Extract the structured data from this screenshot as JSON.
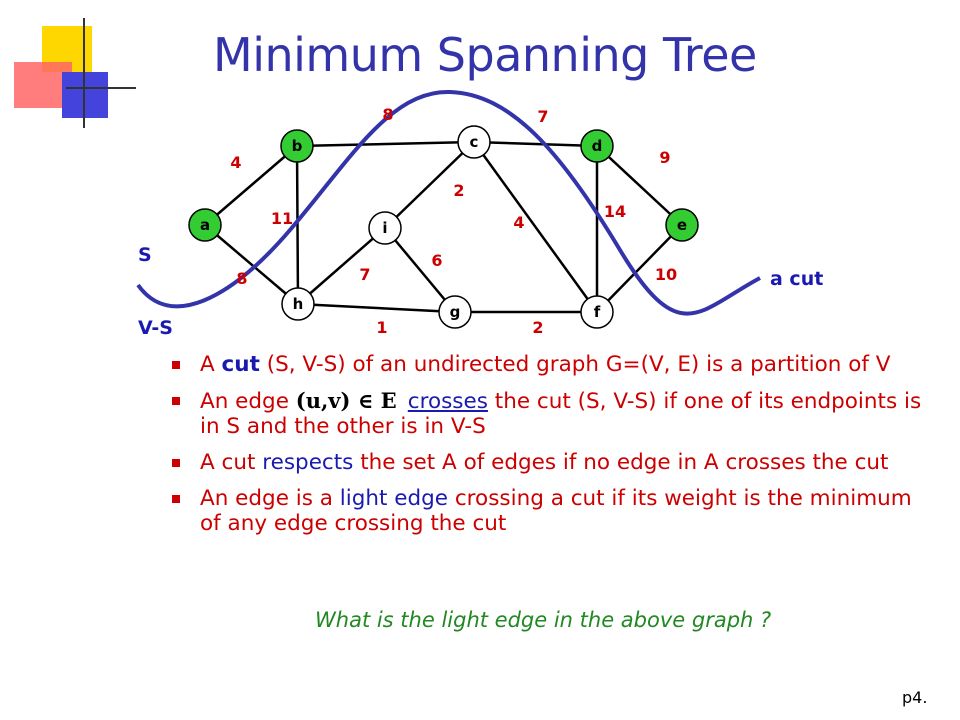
{
  "title": "Minimum Spanning Tree",
  "graph": {
    "nodes": [
      {
        "id": "a",
        "label": "a",
        "fill": "#33cc33"
      },
      {
        "id": "b",
        "label": "b",
        "fill": "#33cc33"
      },
      {
        "id": "c",
        "label": "c",
        "fill": "#ffffff"
      },
      {
        "id": "d",
        "label": "d",
        "fill": "#33cc33"
      },
      {
        "id": "e",
        "label": "e",
        "fill": "#33cc33"
      },
      {
        "id": "i",
        "label": "i",
        "fill": "#ffffff"
      },
      {
        "id": "h",
        "label": "h",
        "fill": "#ffffff"
      },
      {
        "id": "g",
        "label": "g",
        "fill": "#ffffff"
      },
      {
        "id": "f",
        "label": "f",
        "fill": "#ffffff"
      }
    ],
    "edges": [
      {
        "from": "a",
        "to": "b",
        "weight": "4"
      },
      {
        "from": "b",
        "to": "c",
        "weight": "8"
      },
      {
        "from": "c",
        "to": "d",
        "weight": "7"
      },
      {
        "from": "d",
        "to": "e",
        "weight": "9"
      },
      {
        "from": "b",
        "to": "h",
        "weight": "11"
      },
      {
        "from": "a",
        "to": "h",
        "weight": "8"
      },
      {
        "from": "c",
        "to": "i",
        "weight": "2"
      },
      {
        "from": "c",
        "to": "f",
        "weight": "4"
      },
      {
        "from": "d",
        "to": "f",
        "weight": "14"
      },
      {
        "from": "e",
        "to": "f",
        "weight": "10"
      },
      {
        "from": "i",
        "to": "h",
        "weight": "7"
      },
      {
        "from": "i",
        "to": "g",
        "weight": "6"
      },
      {
        "from": "h",
        "to": "g",
        "weight": "1"
      },
      {
        "from": "g",
        "to": "f",
        "weight": "2"
      }
    ],
    "cut_color": "#3333aa",
    "weight_color": "#cc0000"
  },
  "labels": {
    "s": "S",
    "vs": "V-S",
    "cut": "a cut"
  },
  "bullets": {
    "b1": {
      "t1": "A ",
      "cut": "cut",
      "t2": " (S, V-S) of an undirected graph G=(V, E) is a partition of V"
    },
    "b2": {
      "t1": "An edge ",
      "math": "(u,v) ∈ E",
      "crosses": "crosses",
      "t2": " the cut (S, V-S) if one of its endpoints is in S and the other is in V-S"
    },
    "b3": {
      "t1": "A cut ",
      "respects": "respects",
      "t2": " the set A of edges if no edge in A crosses the cut"
    },
    "b4": {
      "t1": "An edge is a ",
      "light": "light",
      "t2": " ",
      "edge": "edge",
      "t3": " crossing a cut if its weight is the minimum of any edge crossing the cut"
    }
  },
  "question": "What is the light edge in the above graph ?",
  "page_number": "p4."
}
